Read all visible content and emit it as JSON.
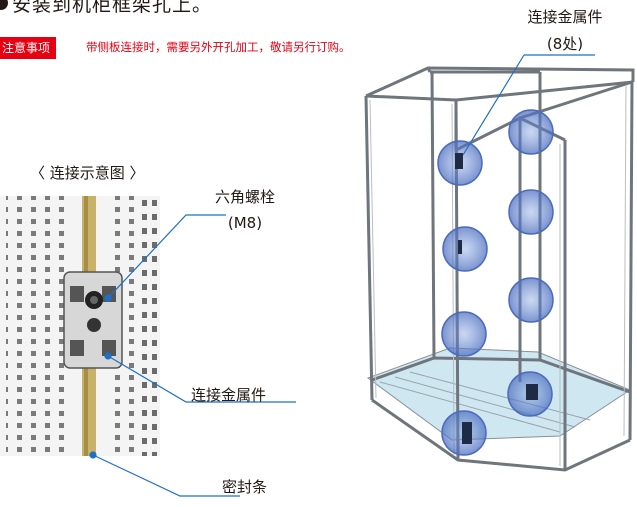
{
  "heading": {
    "bullet": "●",
    "text": "安装到机柜框架孔上。"
  },
  "notice": {
    "tag": "注意事项",
    "text": "带侧板连接时，需要另外开孔加工，敬请另行订购。"
  },
  "callouts": {
    "bracket_top_line1": "连接金属件",
    "bracket_top_line2": "(8处)",
    "diagram_title": "〈 连接示意图 〉",
    "bolt_line1": "六角螺栓",
    "bolt_line2": "(M8)",
    "bracket_detail": "连接金属件",
    "seal_strip": "密封条"
  },
  "colors": {
    "notice_red": "#e60012",
    "leader_blue": "#1e6fc8",
    "highlight_blue": "#5b7fc7",
    "frame_gray": "#8a8f96",
    "floor_cyan": "#cfe7f1"
  }
}
